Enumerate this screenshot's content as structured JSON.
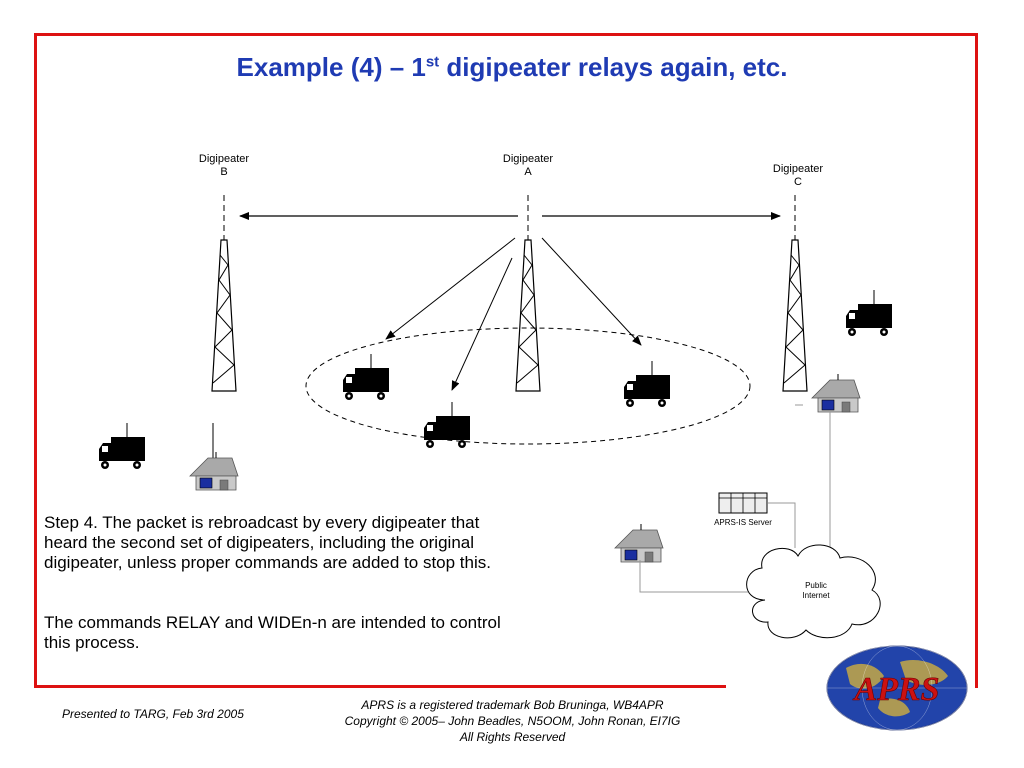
{
  "title": {
    "prefix": "Example (4) – 1",
    "sup": "st",
    "suffix": " digipeater relays again, etc."
  },
  "towers": {
    "b": {
      "line1": "Digipeater",
      "line2": "B"
    },
    "a": {
      "line1": "Digipeater",
      "line2": "A"
    },
    "c": {
      "line1": "Digipeater",
      "line2": "C"
    }
  },
  "labels": {
    "server": "APRS-IS Server",
    "cloud_line1": "Public",
    "cloud_line2": "Internet"
  },
  "body": {
    "paragraph1": "Step 4. The packet is rebroadcast by every digipeater that heard the second set of digipeaters, including the original digipeater, unless proper commands are added to stop this.",
    "paragraph2": "The commands RELAY and WIDEn-n are intended to control this process."
  },
  "footer": {
    "left": "Presented to TARG, Feb 3rd 2005",
    "line1": "APRS is a registered trademark Bob Bruninga, WB4APR",
    "line2": "Copyright © 2005– John Beadles, N5OOM, John Ronan, EI7IG",
    "line3": "All Rights Reserved"
  },
  "logo": {
    "text": "APRS"
  },
  "colors": {
    "frame": "#dd1111",
    "title": "#1f3bb3",
    "logo_text": "#cc1111",
    "logo_globe": "#2244aa"
  }
}
